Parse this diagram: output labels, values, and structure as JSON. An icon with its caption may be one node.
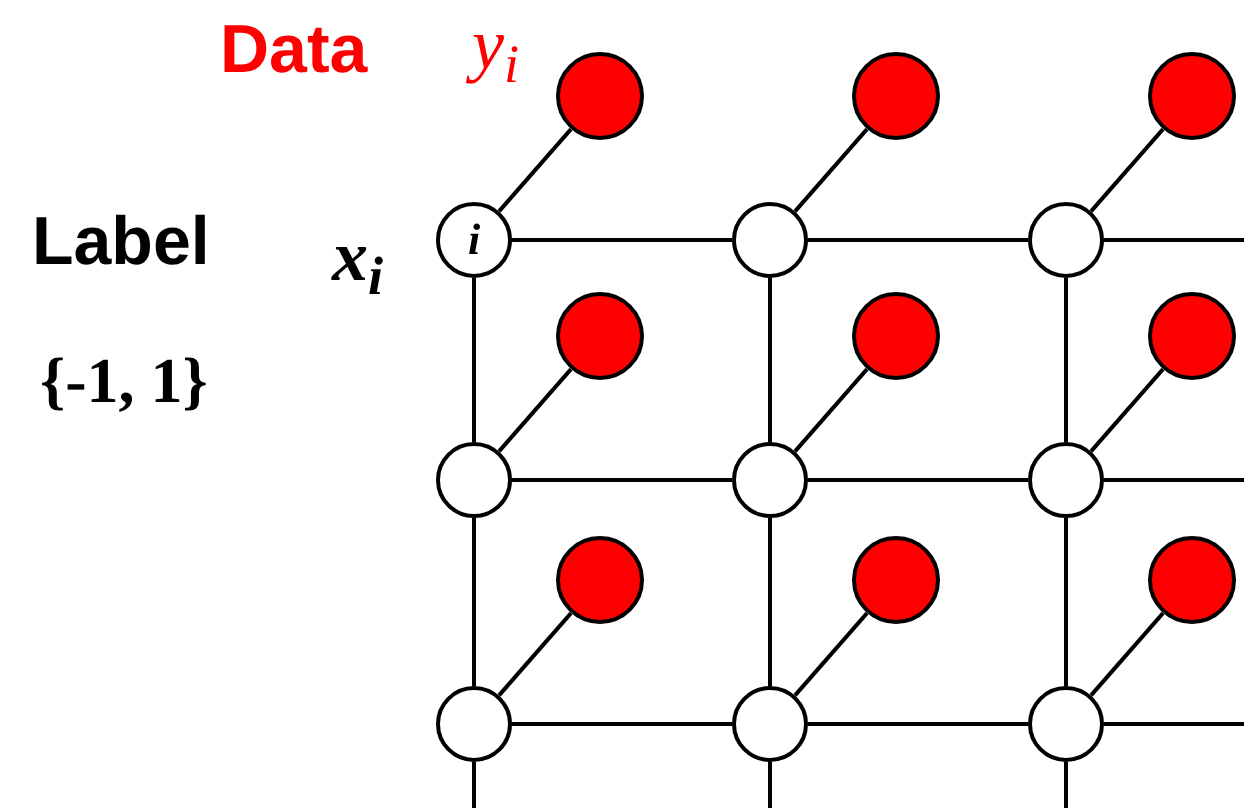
{
  "diagram": {
    "nodes": [
      {
        "text": [
          "i"
        ]
      },
      {
        "text": [],
        "shape": "circle"
      },
      {
        "text": [],
        "shape": "circle"
      },
      {
        "text": [],
        "shape": "circle"
      },
      {
        "text": [],
        "shape": "circle"
      },
      {
        "text": [],
        "shape": "circle"
      },
      {
        "text": [],
        "shape": "circle"
      },
      {
        "text": [],
        "shape": "circle"
      },
      {
        "text": [],
        "shape": "circle"
      },
      {
        "text": [],
        "shape": "circle"
      },
      {
        "text": [],
        "shape": "circle"
      },
      {
        "text": [],
        "shape": "circle"
      },
      {
        "text": [],
        "shape": "circle"
      },
      {
        "text": [],
        "shape": "circle"
      },
      {
        "text": [],
        "shape": "circle"
      },
      {
        "text": [],
        "shape": "circle"
      },
      {
        "text": [],
        "shape": "circle"
      },
      {
        "text": [],
        "shape": "circle"
      }
    ],
    "edges": [
      {
        "from": 0,
        "to": 1,
        "arrow": "none"
      },
      {
        "from": 1,
        "to": 2,
        "arrow": "none"
      },
      {
        "from": 2,
        "to": null,
        "arrow": "none"
      },
      {
        "from": 3,
        "to": 4,
        "arrow": "none"
      },
      {
        "from": 4,
        "to": 5,
        "arrow": "none"
      },
      {
        "from": 5,
        "to": null,
        "arrow": "none"
      },
      {
        "from": 6,
        "to": 7,
        "arrow": "none"
      },
      {
        "from": 7,
        "to": 8,
        "arrow": "none"
      },
      {
        "from": 8,
        "to": null,
        "arrow": "none"
      },
      {
        "from": 0,
        "to": 3,
        "arrow": "none"
      },
      {
        "from": 3,
        "to": 6,
        "arrow": "none"
      },
      {
        "from": 6,
        "to": null,
        "arrow": "none"
      },
      {
        "from": 1,
        "to": 4,
        "arrow": "none"
      },
      {
        "from": 4,
        "to": 7,
        "arrow": "none"
      },
      {
        "from": 7,
        "to": null,
        "arrow": "none"
      },
      {
        "from": 2,
        "to": 5,
        "arrow": "none"
      },
      {
        "from": 5,
        "to": 8,
        "arrow": "none"
      },
      {
        "from": 8,
        "to": null,
        "arrow": "none"
      },
      {
        "from": 0,
        "to": 9,
        "arrow": "none"
      },
      {
        "from": 1,
        "to": 10,
        "arrow": "none"
      },
      {
        "from": 2,
        "to": 11,
        "arrow": "none"
      },
      {
        "from": 3,
        "to": 12,
        "arrow": "none"
      },
      {
        "from": 4,
        "to": 13,
        "arrow": "none"
      },
      {
        "from": 5,
        "to": 14,
        "arrow": "none"
      },
      {
        "from": 6,
        "to": 15,
        "arrow": "none"
      },
      {
        "from": 7,
        "to": 16,
        "arrow": "none"
      },
      {
        "from": 8,
        "to": 17,
        "arrow": "none"
      }
    ],
    "labels": [
      "Data",
      "y$_{i}$",
      "Label",
      "x$_{i}$",
      "{-1, 1}"
    ]
  }
}
